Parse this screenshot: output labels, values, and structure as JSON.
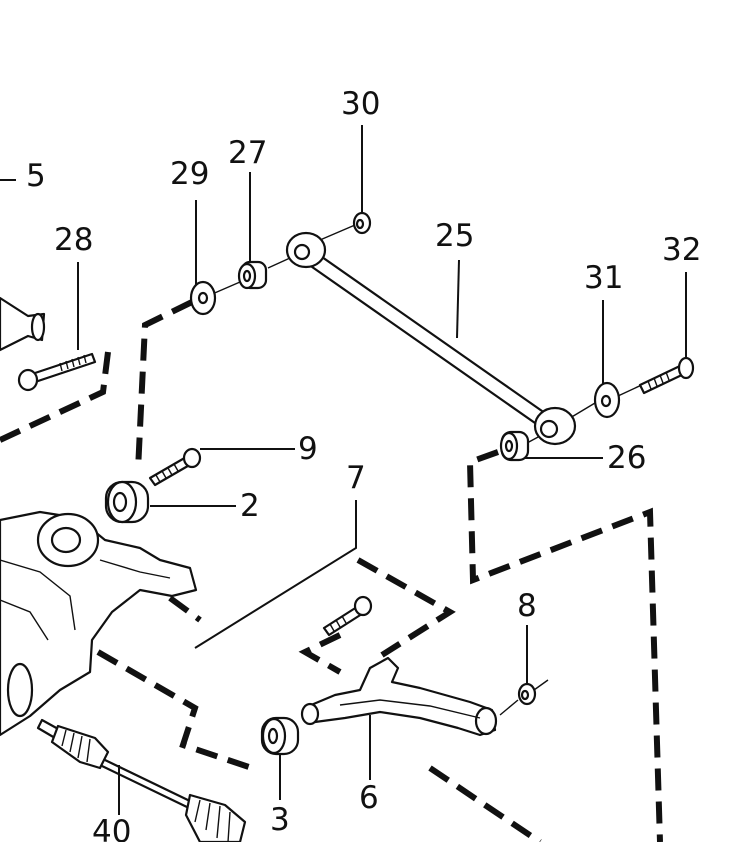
{
  "diagram": {
    "labels": {
      "l5": "5",
      "l28": "28",
      "l29": "29",
      "l27": "27",
      "l30": "30",
      "l25": "25",
      "l31": "31",
      "l32": "32",
      "l26": "26",
      "l9": "9",
      "l2": "2",
      "l7": "7",
      "l8": "8",
      "l6": "6",
      "l3": "3",
      "l40": "40"
    }
  }
}
